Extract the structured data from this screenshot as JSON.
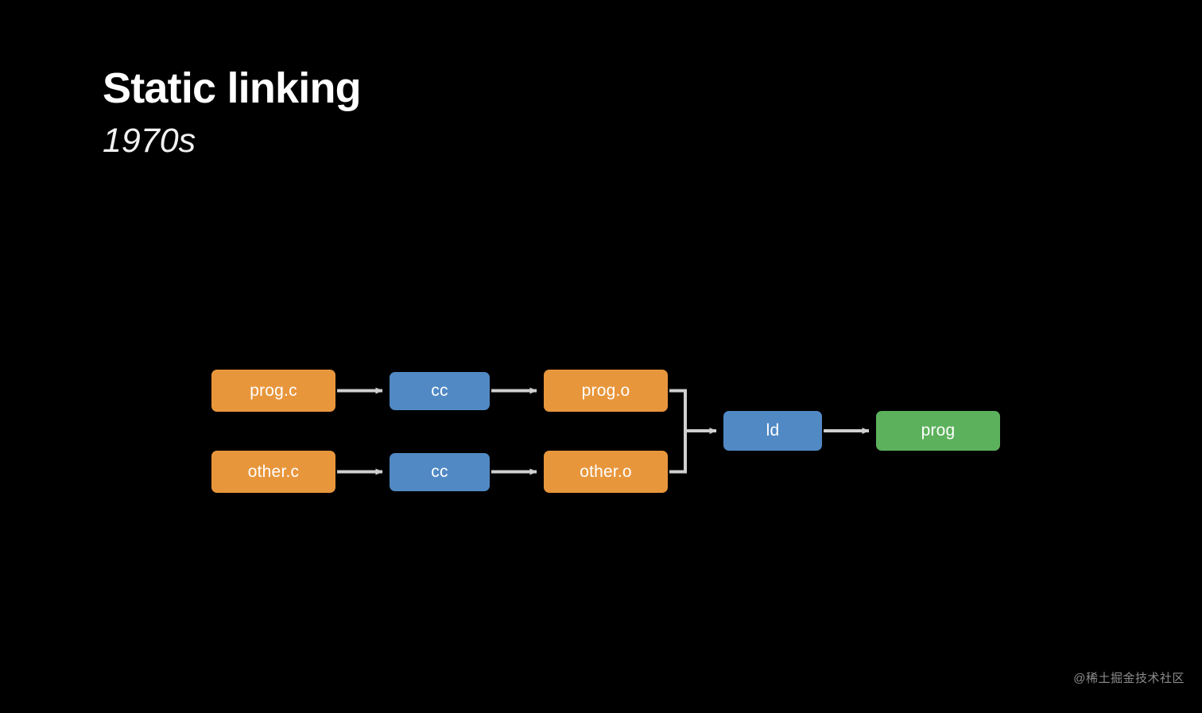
{
  "slide": {
    "background_color": "#000000",
    "title": "Static linking",
    "subtitle": "1970s"
  },
  "palette": {
    "source_box": "#e8963c",
    "object_box": "#e8963c",
    "tool_box": "#5189c4",
    "output_box": "#5cb15c",
    "arrow": "#d0d0d0",
    "text": "#ffffff",
    "background": "#000000"
  },
  "diagram": {
    "type": "flow",
    "nodes": [
      {
        "id": "prog_c",
        "label": "prog.c",
        "kind": "source"
      },
      {
        "id": "cc_1",
        "label": "cc",
        "kind": "tool"
      },
      {
        "id": "prog_o",
        "label": "prog.o",
        "kind": "object"
      },
      {
        "id": "other_c",
        "label": "other.c",
        "kind": "source"
      },
      {
        "id": "cc_2",
        "label": "cc",
        "kind": "tool"
      },
      {
        "id": "other_o",
        "label": "other.o",
        "kind": "object"
      },
      {
        "id": "ld",
        "label": "ld",
        "kind": "tool"
      },
      {
        "id": "prog",
        "label": "prog",
        "kind": "output"
      }
    ],
    "edges": [
      {
        "from": "prog_c",
        "to": "cc_1"
      },
      {
        "from": "cc_1",
        "to": "prog_o"
      },
      {
        "from": "other_c",
        "to": "cc_2"
      },
      {
        "from": "cc_2",
        "to": "other_o"
      },
      {
        "from": "prog_o",
        "to": "ld",
        "style": "merge-bracket"
      },
      {
        "from": "other_o",
        "to": "ld",
        "style": "merge-bracket"
      },
      {
        "from": "ld",
        "to": "prog"
      }
    ]
  },
  "watermark": {
    "text": "@稀土掘金技术社区"
  }
}
